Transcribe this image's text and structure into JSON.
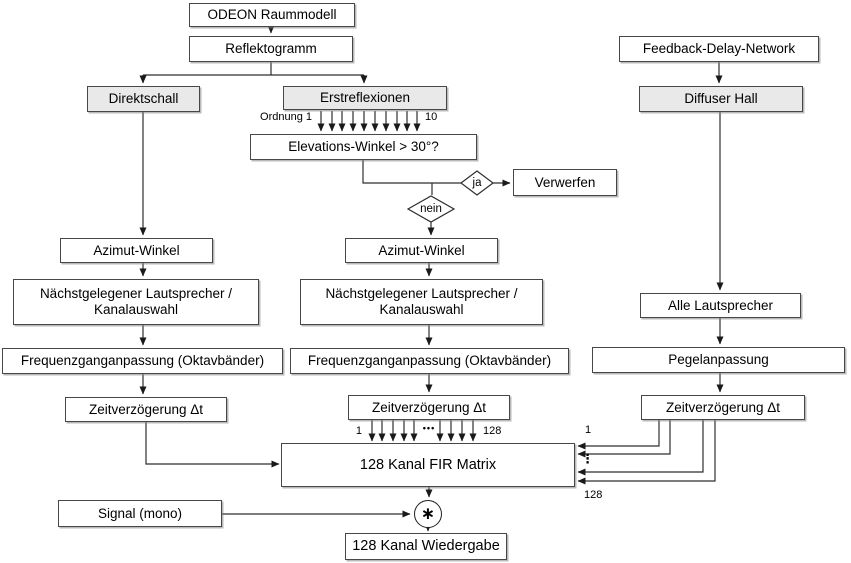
{
  "flowchart": {
    "sources": {
      "odeon": "ODEON Raummodell",
      "reflektogramm": "Reflektogramm",
      "fdn": "Feedback-Delay-Network"
    },
    "branches": {
      "direct": {
        "title": "Direktschall",
        "azimut": "Azimut-Winkel",
        "speaker_select": "Nächstgelegener Lautsprecher / Kanalauswahl",
        "eq": "Frequenzganganpassung (Oktavbänder)",
        "delay": "Zeitverzögerung Δt"
      },
      "reflections": {
        "title": "Erstreflexionen",
        "order_label": "Ordnung 1",
        "order_max": "10",
        "elevation_check": "Elevations-Winkel > 30°?",
        "yes": "ja",
        "no": "nein",
        "discard": "Verwerfen",
        "azimut": "Azimut-Winkel",
        "speaker_select": "Nächstgelegener Lautsprecher / Kanalauswahl",
        "eq": "Frequenzganganpassung (Oktavbänder)",
        "delay": "Zeitverzögerung Δt"
      },
      "hall": {
        "title": "Diffuser Hall",
        "speakers": "Alle Lautsprecher",
        "level": "Pegelanpassung",
        "delay": "Zeitverzögerung Δt"
      }
    },
    "mix": {
      "fir": "128 Kanal FIR Matrix",
      "in_first": "1",
      "in_dots": "•••",
      "in_last": "128",
      "side_first": "1",
      "side_dots": "⋮",
      "side_last": "128",
      "signal": "Signal (mono)",
      "operator": "∗",
      "output": "128 Kanal Wiedergabe"
    }
  }
}
